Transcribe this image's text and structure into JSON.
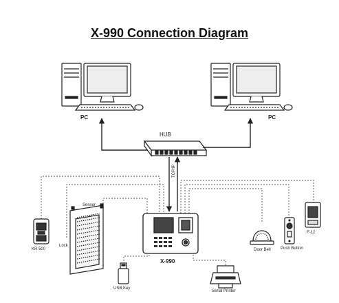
{
  "title": "X-990 Connection Diagram",
  "nodes": {
    "pc_left": "PC",
    "pc_right": "PC",
    "hub": "HUB",
    "tcpip": "TCP/IP",
    "sensor": "Sensor",
    "lock": "Lock",
    "kr500": "KR 500",
    "device": "X-990",
    "usb_key": "USB Key",
    "serial_printer": "Serial Printer",
    "door_bell": "Door Bell",
    "push_button": "Push Button",
    "f12": "F-12"
  }
}
